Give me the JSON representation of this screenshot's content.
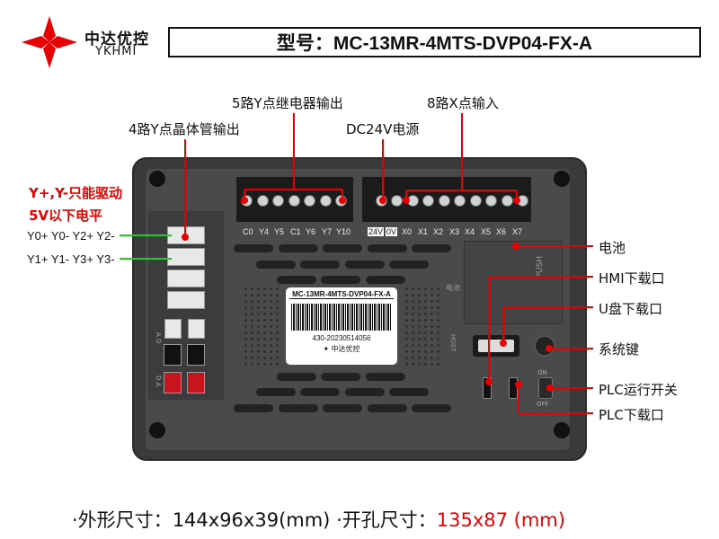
{
  "brand": {
    "name_cn": "中达优控",
    "name_en": "YKHMI"
  },
  "title": "型号：MC-13MR-4MTS-DVP04-FX-A",
  "callouts": {
    "transistor_out": "4路Y点晶体管输出",
    "relay_out": "5路Y点继电器输出",
    "dc24v": "DC24V电源",
    "x_input": "8路X点输入",
    "battery": "电池",
    "hmi_download": "HMI下载口",
    "usb_download": "U盘下载口",
    "system_key": "系统键",
    "plc_run_switch": "PLC运行开关",
    "plc_download": "PLC下载口"
  },
  "note": {
    "line1": "Y+,Y-只能驱动",
    "line2": "5V以下电平",
    "pins1": "Y0+ Y0- Y2+ Y2-",
    "pins2": "Y1+ Y1- Y3+ Y3-"
  },
  "terminals": {
    "relay": [
      "C0",
      "Y4",
      "Y5",
      "C1",
      "Y6",
      "Y7",
      "Y10"
    ],
    "power": [
      "24V",
      "0V"
    ],
    "inputs": [
      "X0",
      "X1",
      "X2",
      "X3",
      "X4",
      "X5",
      "X6",
      "X7"
    ]
  },
  "sticker": {
    "model": "MC-13MR-4MTS-DVP04-FX-A",
    "serial": "430-20230514056",
    "brand": "中达优控"
  },
  "device_marks": {
    "battery": "电池",
    "host": "HOST",
    "push": "PUSH",
    "on": "ON",
    "off": "OFF",
    "ad": "A D",
    "da": "D A"
  },
  "dimensions": {
    "outer_label": "·外形尺寸：",
    "outer_value": "144x96x39(mm)",
    "cutout_label": "·开孔尺寸：",
    "cutout_value": "135x87 (mm)"
  },
  "colors": {
    "accent": "#e60000",
    "green": "#22cc22"
  }
}
